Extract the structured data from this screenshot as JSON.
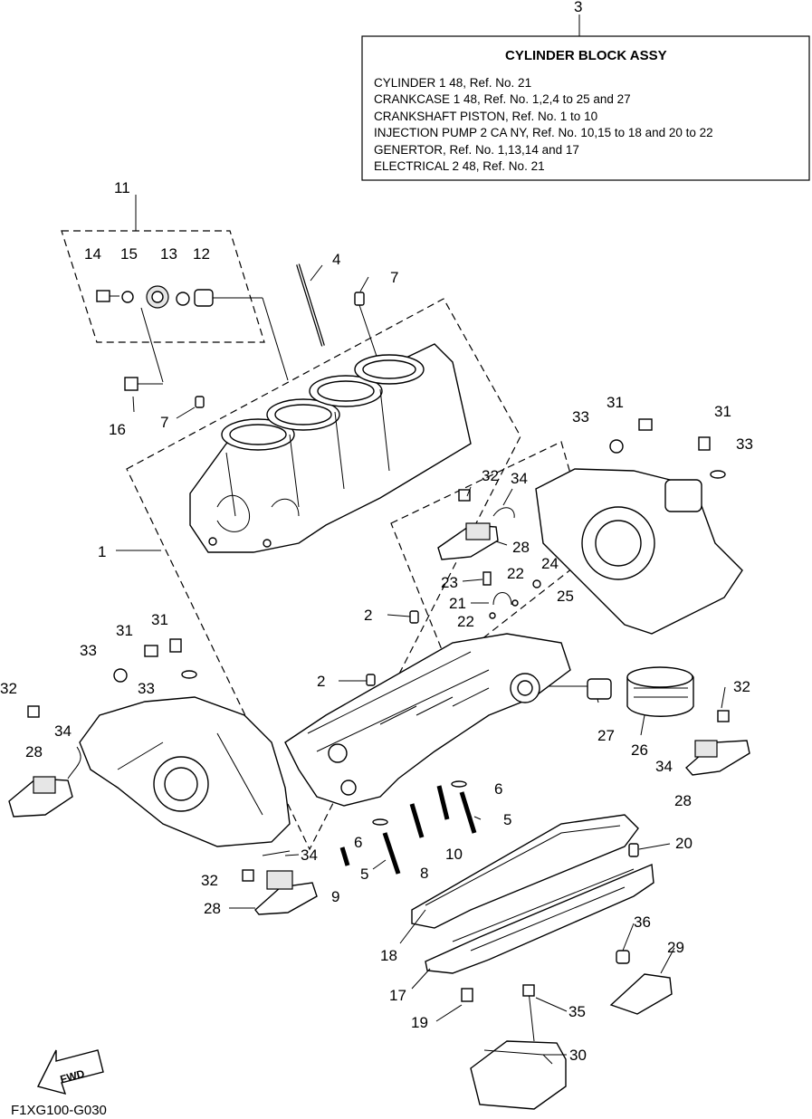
{
  "info_box": {
    "callout": "3",
    "title": "CYLINDER BLOCK ASSY",
    "lines": [
      "CYLINDER 1 48,  Ref. No. 21",
      "CRANKCASE 1 48,  Ref. No. 1,2,4 to 25 and 27",
      "CRANKSHAFT PISTON,  Ref. No. 1 to 10",
      "INJECTION PUMP 2 CA NY,  Ref. No. 10,15 to 18 and 20 to 22",
      "GENERTOR,  Ref. No. 1,13,14 and 17",
      "ELECTRICAL 2 48,  Ref. No. 21"
    ]
  },
  "callouts": [
    "11",
    "14",
    "15",
    "13",
    "12",
    "4",
    "7",
    "16",
    "7",
    "1",
    "33",
    "31",
    "31",
    "33",
    "32",
    "34",
    "28",
    "23",
    "22",
    "24",
    "21",
    "25",
    "2",
    "22",
    "2",
    "31",
    "31",
    "33",
    "33",
    "32",
    "34",
    "28",
    "27",
    "26",
    "32",
    "34",
    "28",
    "6",
    "5",
    "6",
    "10",
    "5",
    "8",
    "9",
    "34",
    "32",
    "28",
    "20",
    "18",
    "17",
    "19",
    "36",
    "29",
    "35",
    "30"
  ],
  "fwd_label": "FWD",
  "drawing_code": "F1XG100-G030"
}
